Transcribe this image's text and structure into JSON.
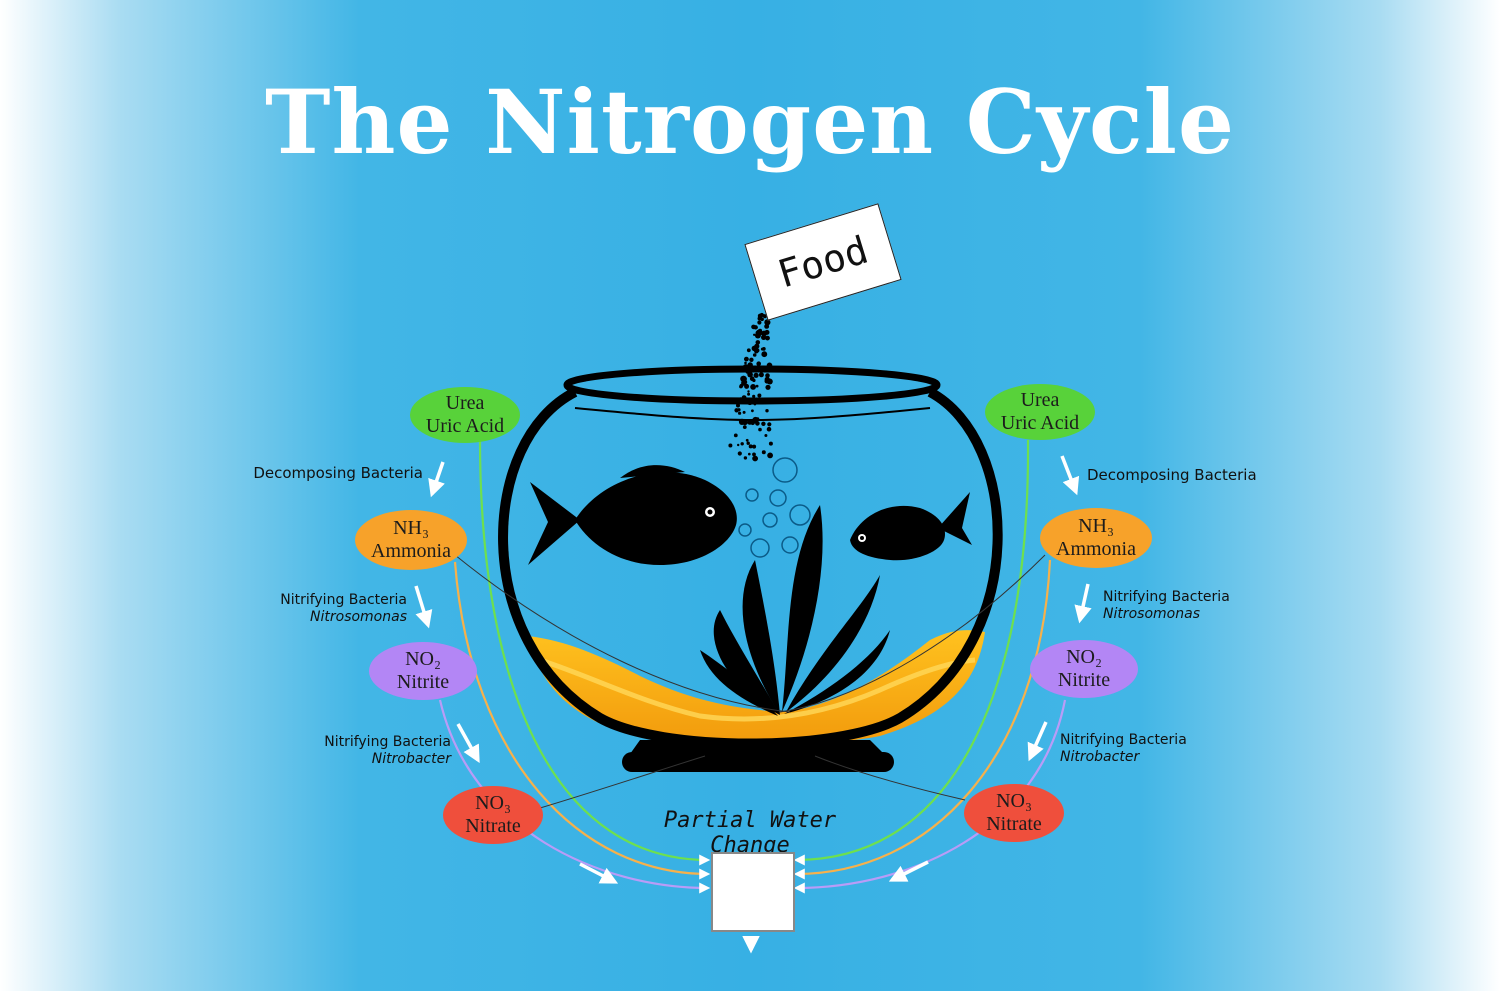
{
  "title": "The Nitrogen Cycle",
  "food": "Food",
  "partial_water_change": "Partial Water Change",
  "left": {
    "urea": {
      "line1": "Urea",
      "line2": "Uric Acid"
    },
    "ammonia": {
      "line1": "NH₃",
      "line2": "Ammonia"
    },
    "nitrite": {
      "line1": "NO₂",
      "line2": "Nitrite"
    },
    "nitrate": {
      "line1": "NO₃",
      "line2": "Nitrate"
    },
    "decomposing": "Decomposing Bacteria",
    "nitrosomonas": {
      "line1": "Nitrifying Bacteria",
      "line2": "Nitrosomonas"
    },
    "nitrobacter": {
      "line1": "Nitrifying Bacteria",
      "line2": "Nitrobacter"
    }
  },
  "right": {
    "urea": {
      "line1": "Urea",
      "line2": "Uric Acid"
    },
    "ammonia": {
      "line1": "NH₃",
      "line2": "Ammonia"
    },
    "nitrite": {
      "line1": "NO₂",
      "line2": "Nitrite"
    },
    "nitrate": {
      "line1": "NO₃",
      "line2": "Nitrate"
    },
    "decomposing": "Decomposing Bacteria",
    "nitrosomonas": {
      "line1": "Nitrifying Bacteria",
      "line2": "Nitrosomonas"
    },
    "nitrobacter": {
      "line1": "Nitrifying Bacteria",
      "line2": "Nitrobacter"
    }
  },
  "colors": {
    "urea": "#58d23a",
    "ammonia": "#f7a22a",
    "nitrite": "#b386f5",
    "nitrate": "#ef4f3c",
    "sand": "#f6b91b"
  }
}
